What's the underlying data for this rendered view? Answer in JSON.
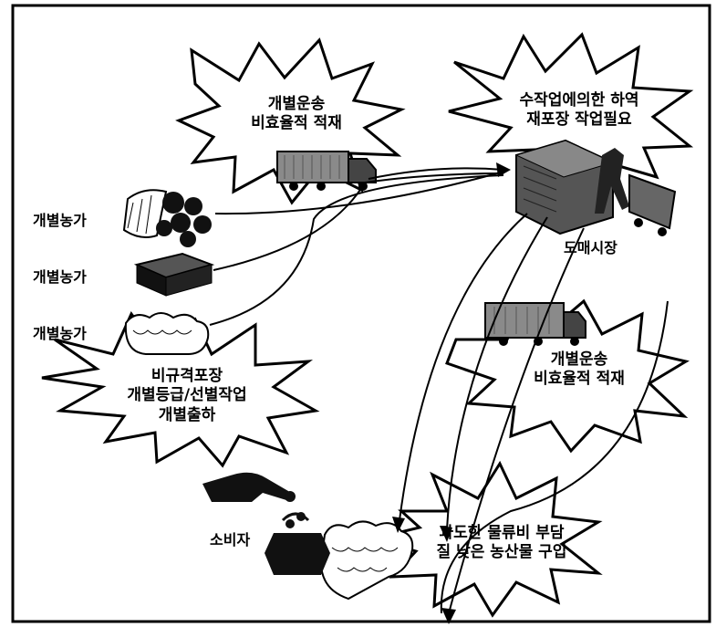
{
  "bursts": {
    "top_left": {
      "line1": "개별운송",
      "line2": "비효율적 적재"
    },
    "top_right": {
      "line1": "수작업에의한 하역",
      "line2": "재포장 작업필요"
    },
    "middle_right": {
      "line1": "개별운송",
      "line2": "비효율적 적재"
    },
    "left_bottom": {
      "line1": "비규격포장",
      "line2": "개별등급/선별작업",
      "line3": "개별출하"
    },
    "bottom_right": {
      "line1": "과도한 물류비 부담",
      "line2": "질 낮은 농산물 구입"
    }
  },
  "labels": {
    "farm1": "개별농가",
    "farm2": "개별농가",
    "farm3": "개별농가",
    "market": "도매시장",
    "consumer": "소비자"
  },
  "icons": [
    "truck-icon",
    "basket-icon",
    "box-icon",
    "cabbage-icon",
    "warehouse-icon",
    "hand-coin-icon",
    "purse-icon"
  ]
}
